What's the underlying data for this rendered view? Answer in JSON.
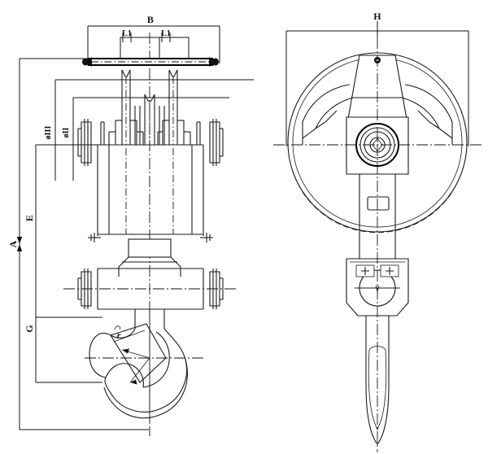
{
  "drawing": {
    "title": "Crane Hook Block Assembly Technical Drawing",
    "background_color": "#ffffff",
    "line_color": "#1a1a1a",
    "views": {
      "front": {
        "name": "front-elevation-view"
      },
      "side": {
        "name": "side-elevation-view"
      }
    },
    "dimension_labels": {
      "overall_width_top": "B",
      "sheave_spacing_left": "L1",
      "sheave_spacing_right": "L1",
      "diameter_outer": "øIII",
      "diameter_inner": "øII",
      "overall_height": "A",
      "upper_height": "E",
      "lower_height": "G",
      "side_view_width": "H",
      "hook_radius": "r"
    }
  }
}
